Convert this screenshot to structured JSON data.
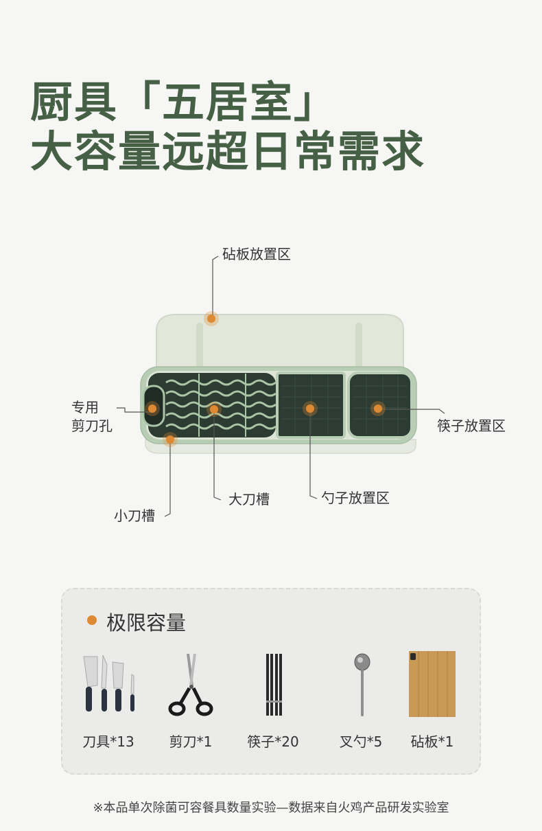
{
  "headline": {
    "line1": "厨具「五居室」",
    "line2": "大容量远超日常需求"
  },
  "callouts": {
    "cutting_board_zone": "砧板放置区",
    "scissor_hole_line1": "专用",
    "scissor_hole_line2": "剪刀孔",
    "chopsticks_zone": "筷子放置区",
    "big_knife_slot": "大刀槽",
    "spoon_zone": "勺子放置区",
    "small_knife_slot": "小刀槽"
  },
  "capacity": {
    "title": "极限容量",
    "items": [
      {
        "label": "刀具*13",
        "icon": "knife-set-icon"
      },
      {
        "label": "剪刀*1",
        "icon": "scissors-icon"
      },
      {
        "label": "筷子*20",
        "icon": "chopsticks-icon"
      },
      {
        "label": "叉勺*5",
        "icon": "spoon-icon"
      },
      {
        "label": "砧板*1",
        "icon": "cutting-board-icon"
      }
    ]
  },
  "footnote": "※本品单次除菌可容餐具数量实验—数据来自火鸡产品研发实验室",
  "colors": {
    "headline": "#466046",
    "accent_dot": "#de8a34",
    "rack_body": "#dfe6d8",
    "rack_frame": "#b5cbb0",
    "rack_inner": "#2c3c32"
  }
}
